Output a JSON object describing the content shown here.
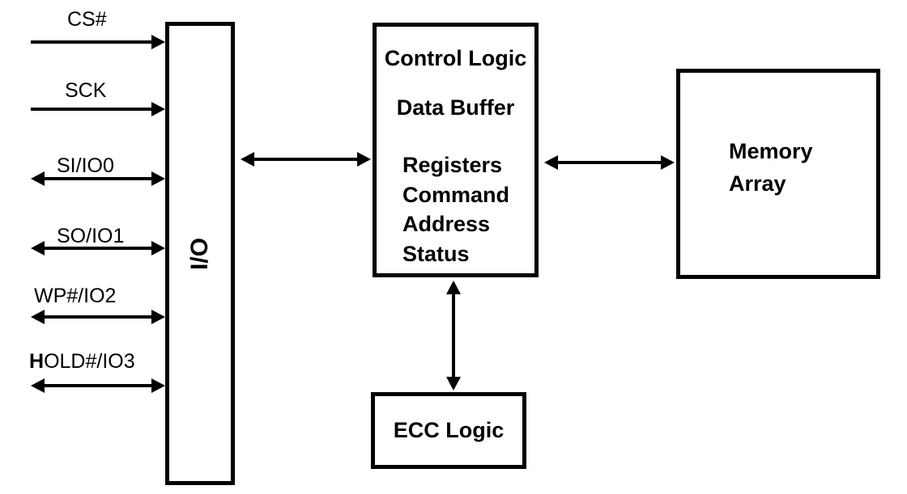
{
  "diagram": {
    "background_color": "#ffffff",
    "line_color": "#000000",
    "io_box": {
      "label": "I/O"
    },
    "control_logic_box": {
      "title": "Control Logic",
      "subtitle": "Data Buffer",
      "items": [
        "Registers",
        "Command",
        "Address",
        "Status"
      ]
    },
    "memory_box": {
      "label": "Memory Array"
    },
    "ecc_box": {
      "label": "ECC Logic"
    },
    "signals": [
      {
        "label": "CS#",
        "direction": "input"
      },
      {
        "label": "SCK",
        "direction": "input"
      },
      {
        "label": "SI/IO0",
        "direction": "bidirectional"
      },
      {
        "label": "SO/IO1",
        "direction": "bidirectional"
      },
      {
        "label": "WP#/IO2",
        "direction": "bidirectional"
      },
      {
        "label": "HOLD#/IO3",
        "bold_prefix": "H",
        "rest": "OLD#/IO3",
        "direction": "bidirectional"
      }
    ],
    "connections": [
      {
        "from": "I/O",
        "to": "Control Logic",
        "direction": "bidirectional"
      },
      {
        "from": "Control Logic",
        "to": "Memory Array",
        "direction": "bidirectional"
      },
      {
        "from": "Control Logic",
        "to": "ECC Logic",
        "direction": "bidirectional"
      }
    ]
  }
}
